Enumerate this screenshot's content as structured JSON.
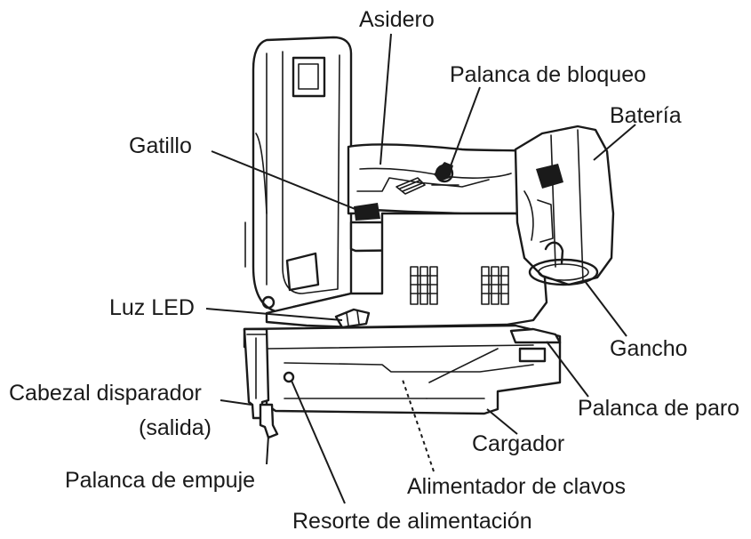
{
  "labels": {
    "asidero": "Asidero",
    "palanca_bloqueo": "Palanca de bloqueo",
    "bateria": "Batería",
    "gatillo": "Gatillo",
    "luz_led": "Luz LED",
    "gancho": "Gancho",
    "cabezal_line1": "Cabezal disparador",
    "cabezal_line2": "(salida)",
    "palanca_paro": "Palanca de paro",
    "cargador": "Cargador",
    "palanca_empuje": "Palanca de empuje",
    "alimentador": "Alimentador de clavos",
    "resorte": "Resorte de alimentación"
  }
}
